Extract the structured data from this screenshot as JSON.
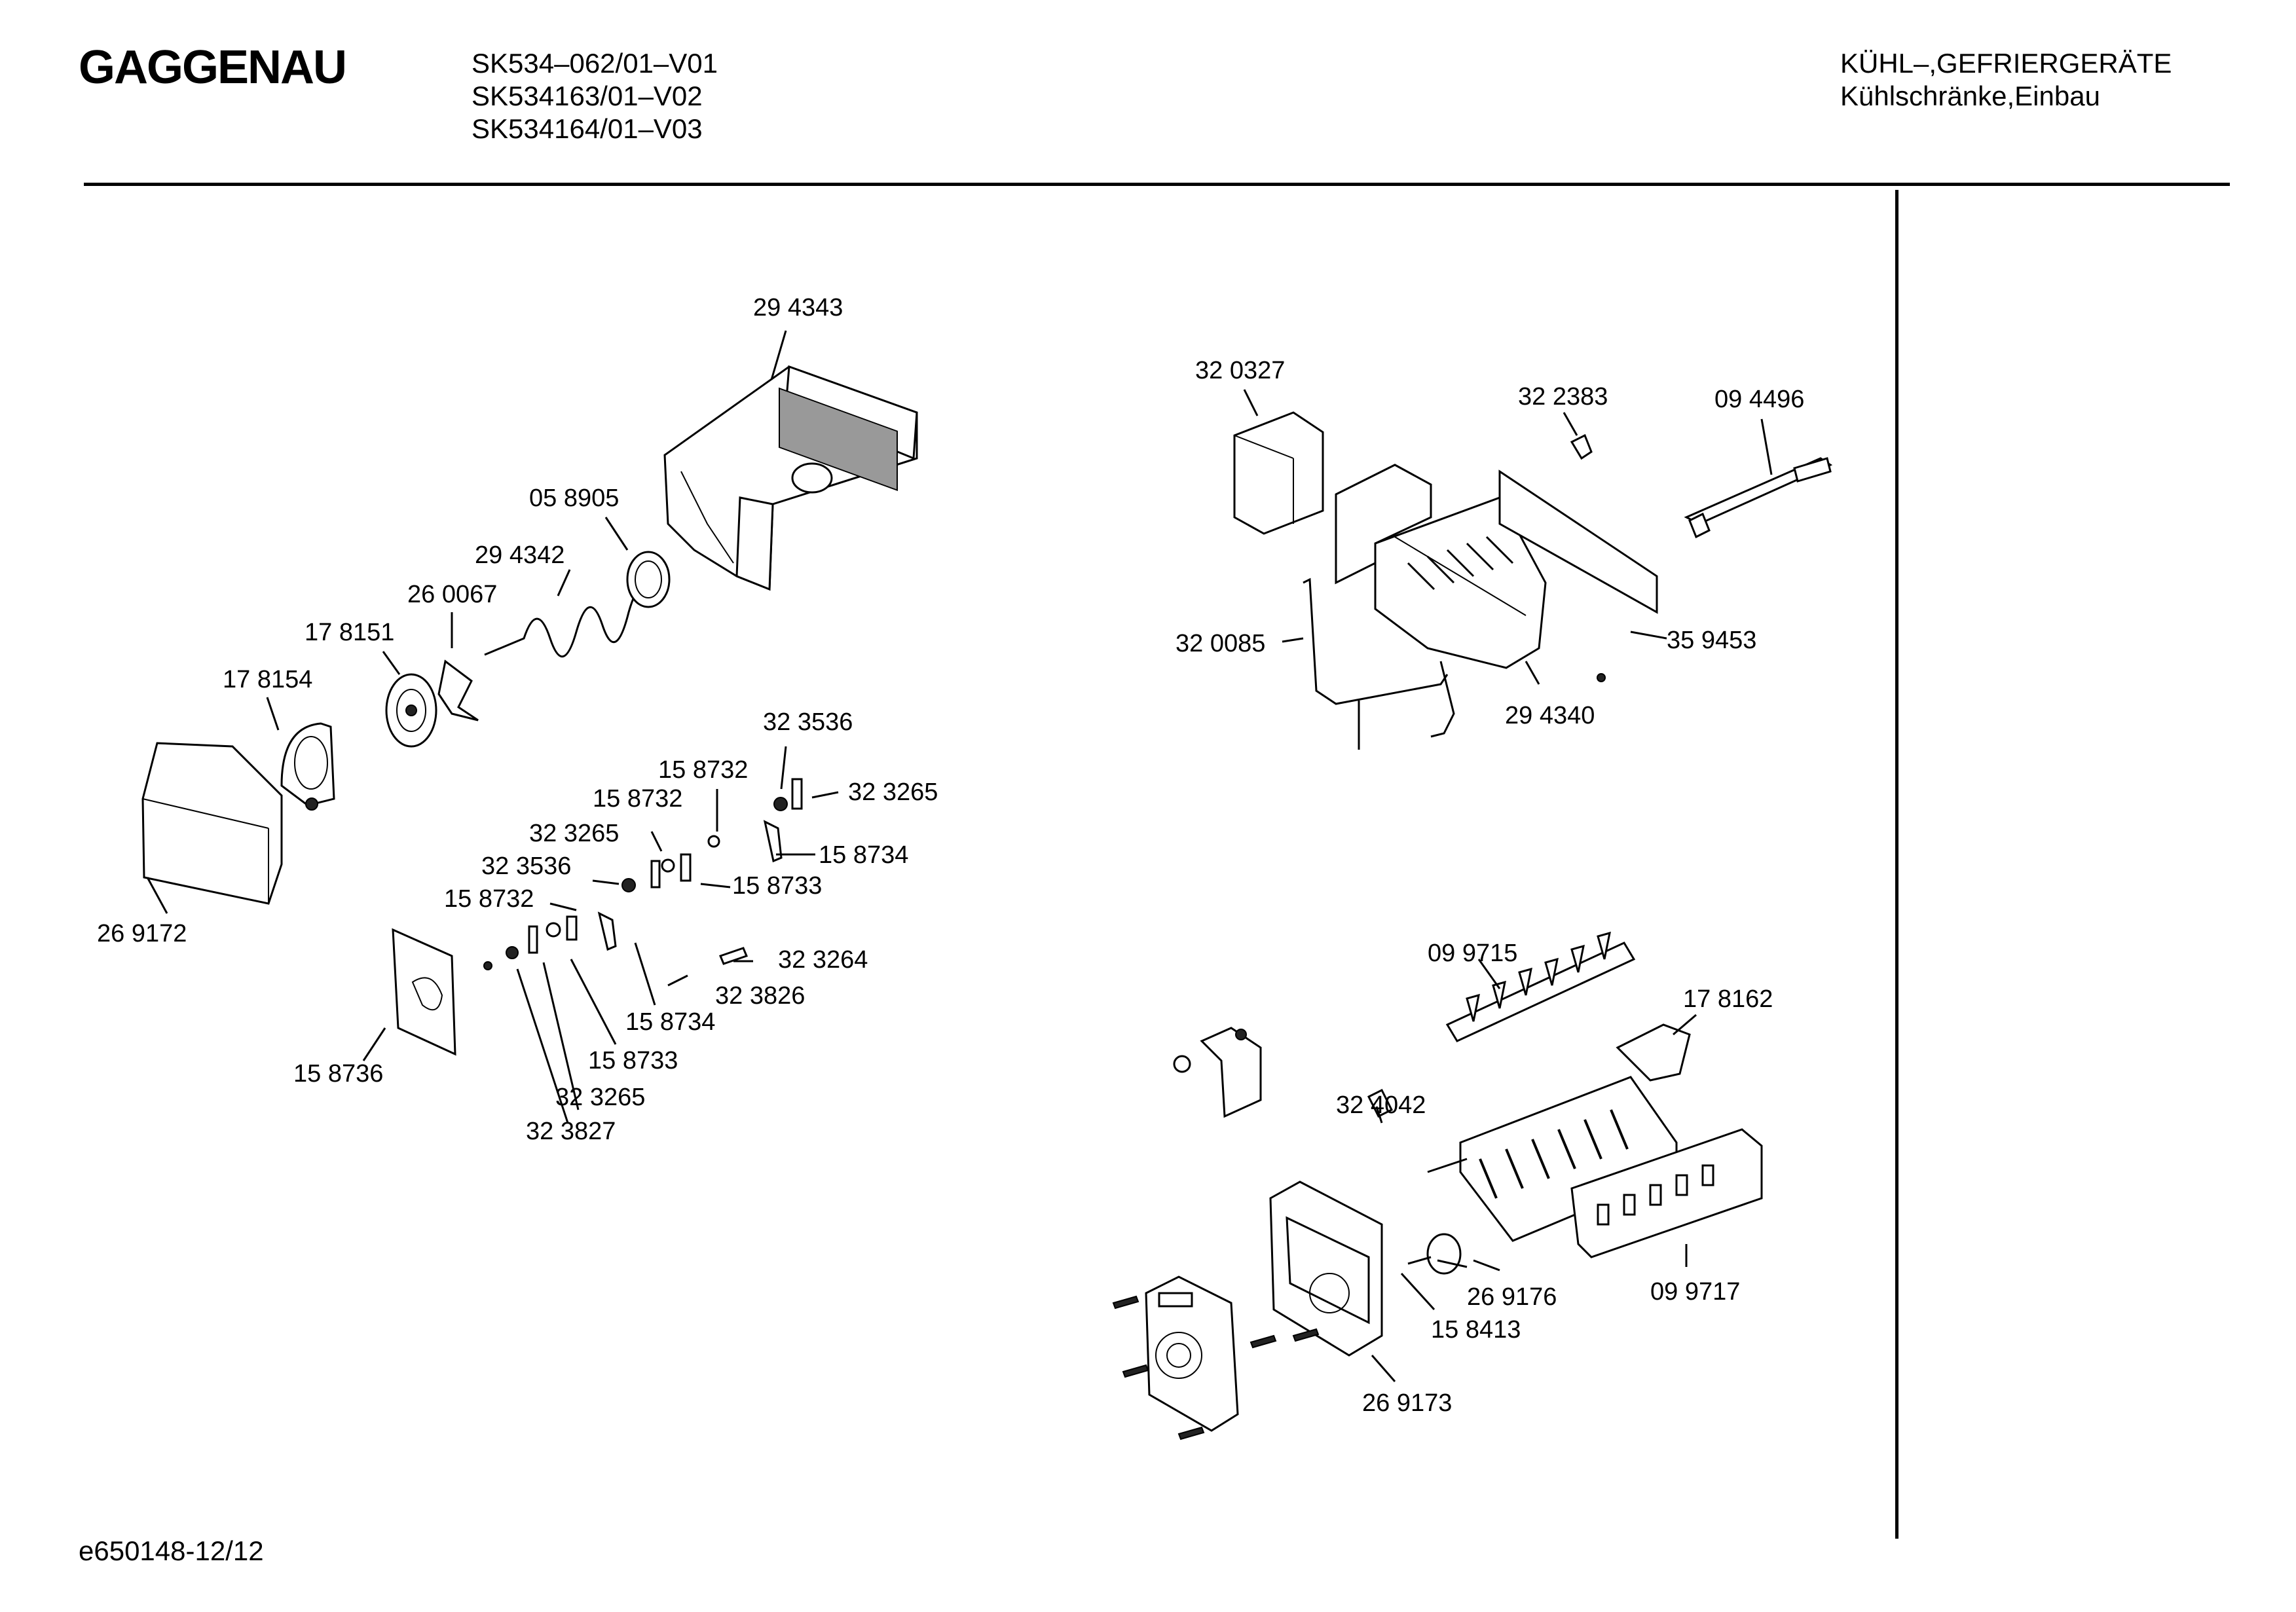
{
  "header": {
    "brand": "GAGGENAU",
    "models": [
      "SK534–062/01–V01",
      "SK534163/01–V02",
      "SK534164/01–V03"
    ],
    "category": [
      "KÜHL–,GEFRIERGERÄTE",
      "Kühlschränke,Einbau"
    ]
  },
  "footer": {
    "code": "e650148-12/12"
  },
  "part_labels": [
    "29 4343",
    "05 8905",
    "29 4342",
    "26 0067",
    "17 8151",
    "17 8154",
    "26 9172",
    "32 3536",
    "15 8732",
    "32 3265",
    "15 8732",
    "15 8734",
    "32 3265",
    "15 8733",
    "32 3536",
    "15 8732",
    "32 3264",
    "32 3826",
    "15 8734",
    "15 8733",
    "15 8736",
    "32 3265",
    "32 3827",
    "32 0327",
    "32 2383",
    "09 4496",
    "32 0085",
    "35 9453",
    "29 4340",
    "09 9715",
    "17 8162",
    "32 4042",
    "26 9176",
    "09 9717",
    "15 8413",
    "26 9173"
  ]
}
